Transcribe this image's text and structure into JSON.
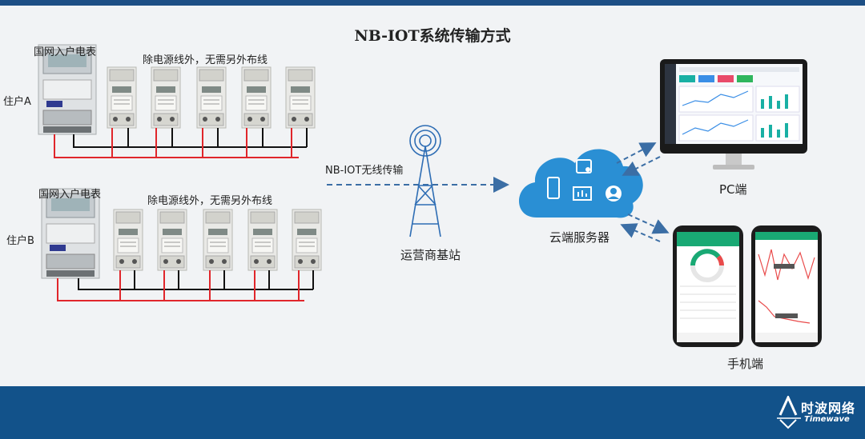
{
  "title": "NB-IOT系统传输方式",
  "households": [
    {
      "meter_label": "国网入户电表",
      "wiring_note": "除电源线外，无需另外布线",
      "resident_label": "住户A"
    },
    {
      "meter_label": "国网入户电表",
      "wiring_note": "除电源线外，无需另外布线",
      "resident_label": "住户B"
    }
  ],
  "wireless_label": "NB-IOT无线传输",
  "base_station_label": "运营商基站",
  "cloud_label": "云端服务器",
  "pc_label": "PC端",
  "mobile_label": "手机端",
  "brand": {
    "name_cn": "时波网络",
    "name_en": "Timewave"
  },
  "colors": {
    "accent": "#1d4f85",
    "footer": "#12528a",
    "wire_red": "#e0262b",
    "wire_black": "#111111",
    "arrow": "#3b6ea5",
    "cloud": "#2a8fd4"
  }
}
